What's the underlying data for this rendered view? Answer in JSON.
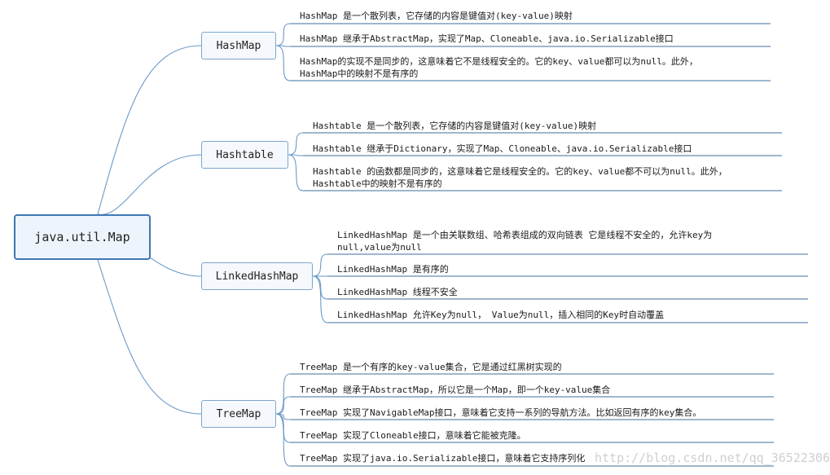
{
  "root": {
    "label": "java.util.Map"
  },
  "branches": [
    {
      "label": "HashMap",
      "items": [
        [
          "HashMap 是一个散列表，它存储的内容是键值对(key-value)映射"
        ],
        [
          "HashMap 继承于AbstractMap，实现了Map、Cloneable、java.io.Serializable接口"
        ],
        [
          "HashMap的实现不是同步的，这意味着它不是线程安全的。它的key、value都可以为null。此外，",
          "HashMap中的映射不是有序的"
        ]
      ]
    },
    {
      "label": "Hashtable",
      "items": [
        [
          "Hashtable 是一个散列表，它存储的内容是键值对(key-value)映射"
        ],
        [
          "Hashtable 继承于Dictionary，实现了Map、Cloneable、java.io.Serializable接口"
        ],
        [
          "Hashtable 的函数都是同步的，这意味着它是线程安全的。它的key、value都不可以为null。此外，",
          "Hashtable中的映射不是有序的"
        ]
      ]
    },
    {
      "label": "LinkedHashMap",
      "items": [
        [
          "LinkedHashMap 是一个由关联数组、哈希表组成的双向链表 它是线程不安全的，允许key为",
          "null,value为null"
        ],
        [
          "LinkedHashMap 是有序的"
        ],
        [
          "LinkedHashMap 线程不安全"
        ],
        [
          "LinkedHashMap 允许Key为null， Value为null，插入相同的Key时自动覆盖"
        ]
      ]
    },
    {
      "label": "TreeMap",
      "items": [
        [
          "TreeMap 是一个有序的key-value集合，它是通过红黑树实现的"
        ],
        [
          "TreeMap 继承于AbstractMap，所以它是一个Map，即一个key-value集合"
        ],
        [
          "TreeMap 实现了NavigableMap接口，意味着它支持一系列的导航方法。比如返回有序的key集合。"
        ],
        [
          "TreeMap 实现了Cloneable接口，意味着它能被克隆。"
        ],
        [
          "TreeMap 实现了java.io.Serializable接口，意味着它支持序列化"
        ]
      ]
    }
  ],
  "watermark": "http://blog.csdn.net/qq_36522306"
}
